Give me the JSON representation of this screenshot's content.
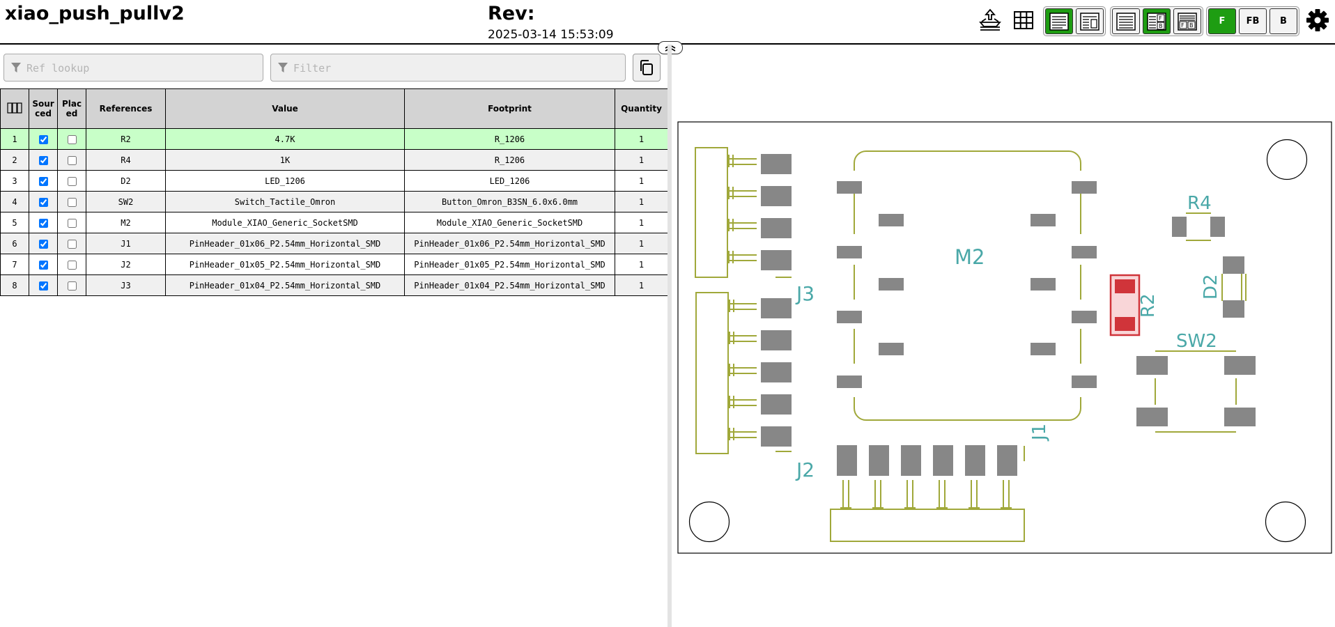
{
  "header": {
    "title": "xiao_push_pullv2",
    "rev_label": "Rev:",
    "rev_date": "2025-03-14 15:53:09"
  },
  "toolbar": {
    "icons": [
      "upload-icon",
      "grid-icon",
      "bom-left-drawings-right",
      "bom-top-drawings-bottom",
      "bom-only",
      "bom-left-fb-drawings",
      "bom-top-fb-drawings",
      "settings-icon"
    ],
    "layer_buttons": [
      "F",
      "FB",
      "B"
    ],
    "active_layout": "bom-left-drawings-right",
    "active_bom_mode": "bom-left-fb-drawings",
    "active_layer": "F"
  },
  "colors": {
    "accent": "#1e9d12",
    "highlight_row": "#c8ffc8",
    "silkscreen": "#a0a83a",
    "pad": "#878787",
    "ref_text": "#4aa8a8",
    "highlight_pad": "#d0343a"
  },
  "search": {
    "ref_placeholder": "Ref lookup",
    "filter_placeholder": "Filter"
  },
  "bom": {
    "headers": [
      "Sour ced",
      "Plac ed",
      "References",
      "Value",
      "Footprint",
      "Quantity"
    ],
    "rows": [
      {
        "n": "1",
        "sourced": true,
        "placed": false,
        "ref": "R2",
        "value": "4.7K",
        "footprint": "R_1206",
        "qty": "1"
      },
      {
        "n": "2",
        "sourced": true,
        "placed": false,
        "ref": "R4",
        "value": "1K",
        "footprint": "R_1206",
        "qty": "1"
      },
      {
        "n": "3",
        "sourced": true,
        "placed": false,
        "ref": "D2",
        "value": "LED_1206",
        "footprint": "LED_1206",
        "qty": "1"
      },
      {
        "n": "4",
        "sourced": true,
        "placed": false,
        "ref": "SW2",
        "value": "Switch_Tactile_Omron",
        "footprint": "Button_Omron_B3SN_6.0x6.0mm",
        "qty": "1"
      },
      {
        "n": "5",
        "sourced": true,
        "placed": false,
        "ref": "M2",
        "value": "Module_XIAO_Generic_SocketSMD",
        "footprint": "Module_XIAO_Generic_SocketSMD",
        "qty": "1"
      },
      {
        "n": "6",
        "sourced": true,
        "placed": false,
        "ref": "J1",
        "value": "PinHeader_01x06_P2.54mm_Horizontal_SMD",
        "footprint": "PinHeader_01x06_P2.54mm_Horizontal_SMD",
        "qty": "1"
      },
      {
        "n": "7",
        "sourced": true,
        "placed": false,
        "ref": "J2",
        "value": "PinHeader_01x05_P2.54mm_Horizontal_SMD",
        "footprint": "PinHeader_01x05_P2.54mm_Horizontal_SMD",
        "qty": "1"
      },
      {
        "n": "8",
        "sourced": true,
        "placed": false,
        "ref": "J3",
        "value": "PinHeader_01x04_P2.54mm_Horizontal_SMD",
        "footprint": "PinHeader_01x04_P2.54mm_Horizontal_SMD",
        "qty": "1"
      }
    ],
    "highlighted_row": "1"
  },
  "pcb": {
    "labels": {
      "m2": "M2",
      "j3": "J3",
      "j2": "J2",
      "j1": "J1",
      "r4": "R4",
      "r2": "R2",
      "d2": "D2",
      "sw2": "SW2"
    }
  }
}
